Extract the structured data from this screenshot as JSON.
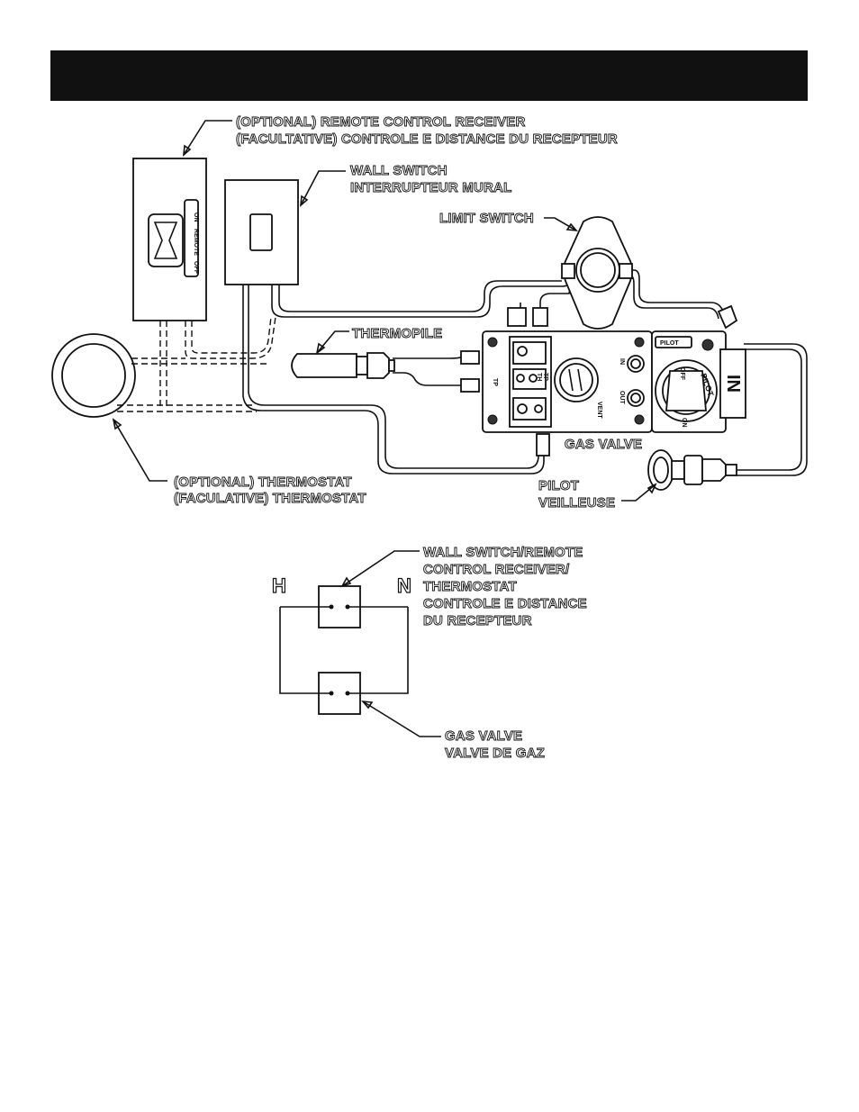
{
  "labels": {
    "remote_receiver_en": "(OPTIONAL) REMOTE CONTROL RECEIVER",
    "remote_receiver_fr": "(FACULTATIVE) CONTROLE E DISTANCE DU RECEPTEUR",
    "wall_switch_en": "WALL SWITCH",
    "wall_switch_fr": "INTERRUPTEUR MURAL",
    "limit_switch": "LIMIT SWITCH",
    "thermopile": "THERMOPILE",
    "gas_valve": "GAS VALVE",
    "thermostat_en": "(OPTIONAL)  THERMOSTAT",
    "thermostat_fr": "(FACULATIVE)  THERMOSTAT",
    "pilot_en": "PILOT",
    "pilot_fr": "VEILLEUSE",
    "schematic_top_1": "WALL SWITCH/REMOTE",
    "schematic_top_2": "CONTROL RECEIVER/",
    "schematic_top_3": "THERMOSTAT",
    "schematic_top_4": "CONTROLE E DISTANCE",
    "schematic_top_5": "DU RECEPTEUR",
    "schematic_bottom_1": "GAS VALVE",
    "schematic_bottom_2": "VALVE DE GAZ",
    "schematic_h": "H",
    "schematic_n": "N"
  },
  "valve_markings": {
    "on": "ON",
    "off": "OFF",
    "pilot": "PILOT",
    "pilot_tag": "PILOT",
    "in": "IN",
    "out": "OUT",
    "vent": "VENT",
    "inlet": "IN",
    "th": "TH",
    "tp": "TP",
    "tp2": "TP",
    "receiver_on": "ON",
    "receiver_remote": "REMOTE",
    "receiver_off": "OFF"
  },
  "colors": {
    "ink": "#111111",
    "paper": "#ffffff"
  }
}
